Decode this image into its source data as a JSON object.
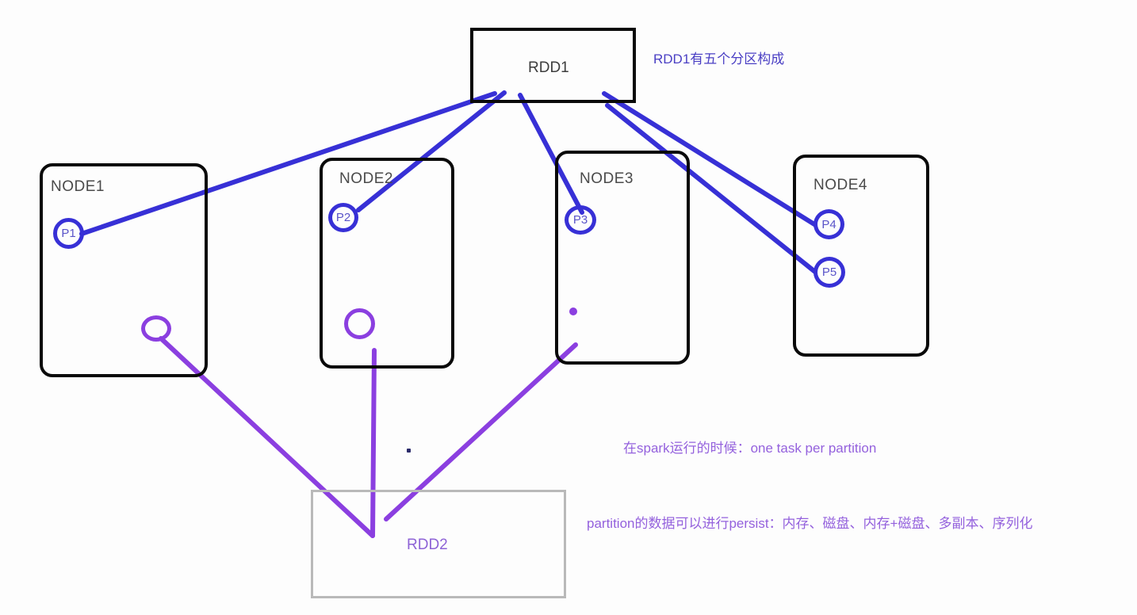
{
  "diagram": {
    "title": "Spark RDD partition distribution diagram",
    "background_color": "#fdfdfd",
    "blue_color": "#3730d6",
    "purple_color": "#8b3fe0",
    "box_color": "#0a0a0a",
    "rdd2_border_color": "#b9b9b9"
  },
  "rdd1": {
    "label": "RDD1"
  },
  "rdd2": {
    "label": "RDD2"
  },
  "nodes": [
    {
      "label": "NODE1",
      "partitions": [
        "P1"
      ],
      "has_empty_circle": true
    },
    {
      "label": "NODE2",
      "partitions": [
        "P2"
      ],
      "has_empty_circle": true
    },
    {
      "label": "NODE3",
      "partitions": [
        "P3"
      ],
      "has_empty_circle": true
    },
    {
      "label": "NODE4",
      "partitions": [
        "P4",
        "P5"
      ],
      "has_empty_circle": false
    }
  ],
  "partitions": {
    "p1": "P1",
    "p2": "P2",
    "p3": "P3",
    "p4": "P4",
    "p5": "P5"
  },
  "annotations": {
    "rdd1_note": "RDD1有五个分区构成",
    "task_note": "在spark运行的时候：one task per partition",
    "persist_note": "partition的数据可以进行persist：内存、磁盘、内存+磁盘、多副本、序列化"
  }
}
